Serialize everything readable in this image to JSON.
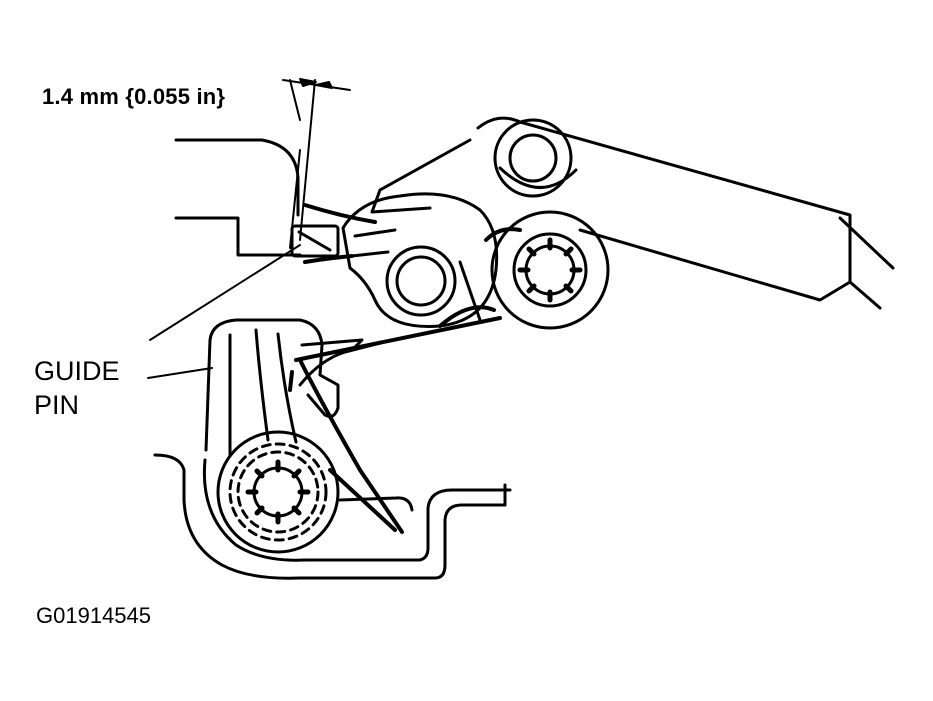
{
  "annotations": {
    "dimension": "1.4 mm {0.055 in}",
    "guide_line1": "GUIDE",
    "guide_line2": "PIN",
    "figure_id": "G01914545"
  },
  "colors": {
    "ink": "#000000",
    "paper": "#ffffff"
  }
}
